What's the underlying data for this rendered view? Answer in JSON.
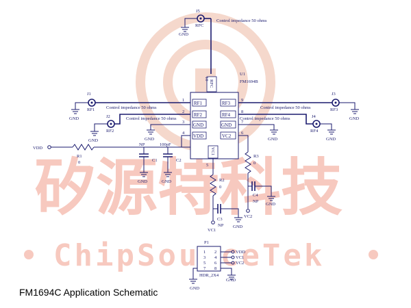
{
  "watermark": {
    "cn": "矽源特科技",
    "en": "ChipSourceTek",
    "colors": {
      "watermark": "#f7c9bf",
      "logo": "#f5d8cc"
    }
  },
  "caption": "FM1694C Application Schematic",
  "ic": {
    "ref": "U1",
    "part": "FM1694B",
    "pins_left": [
      {
        "num": "1",
        "name": "RF1"
      },
      {
        "num": "2",
        "name": "RF2"
      },
      {
        "num": "3",
        "name": "GND"
      },
      {
        "num": "4",
        "name": "VDD"
      }
    ],
    "pins_right": [
      {
        "num": "9",
        "name": "RF3"
      },
      {
        "num": "8",
        "name": "RF4"
      },
      {
        "num": "7",
        "name": "GND"
      },
      {
        "num": "6",
        "name": "VC2"
      }
    ],
    "pin_top": {
      "num": "10",
      "name": "RFC"
    },
    "pin_bottom": {
      "num": "5",
      "name": "VC1"
    }
  },
  "connectors": {
    "j5": {
      "ref": "J5",
      "net": "RFC",
      "note": "Control impedance 50 ohms"
    },
    "j1": {
      "ref": "J1",
      "net": "RF1",
      "note": "Control impedance 50 ohms"
    },
    "j2": {
      "ref": "J2",
      "net": "RF2",
      "note": "Control impedance 50 ohms"
    },
    "j3": {
      "ref": "J3",
      "net": "RF3",
      "note": "Control impedance 50 ohms"
    },
    "j4": {
      "ref": "J4",
      "net": "RF4",
      "note": "Control impedance 50 ohms"
    }
  },
  "gnd": "GND",
  "vdd": "VDD",
  "parts": {
    "r1": {
      "ref": "R1",
      "value": "0"
    },
    "c1": {
      "ref": "C1",
      "value": "NP"
    },
    "c2": {
      "ref": "C2",
      "value": "100pF"
    },
    "r2": {
      "ref": "R2",
      "value": "0"
    },
    "c3": {
      "ref": "C3",
      "value": "NP"
    },
    "r3": {
      "ref": "R3",
      "value": "0"
    },
    "c4": {
      "ref": "C4",
      "value": "NP"
    }
  },
  "nets": {
    "vc1": "VC1",
    "vc2": "VC2"
  },
  "header": {
    "ref": "P1",
    "part": "HDR_2X4",
    "pins_left": [
      "1",
      "3",
      "5",
      "7"
    ],
    "pins_right": [
      "2",
      "4",
      "6",
      "8"
    ],
    "signals": [
      "VDD",
      "VC1",
      "VC2"
    ]
  }
}
